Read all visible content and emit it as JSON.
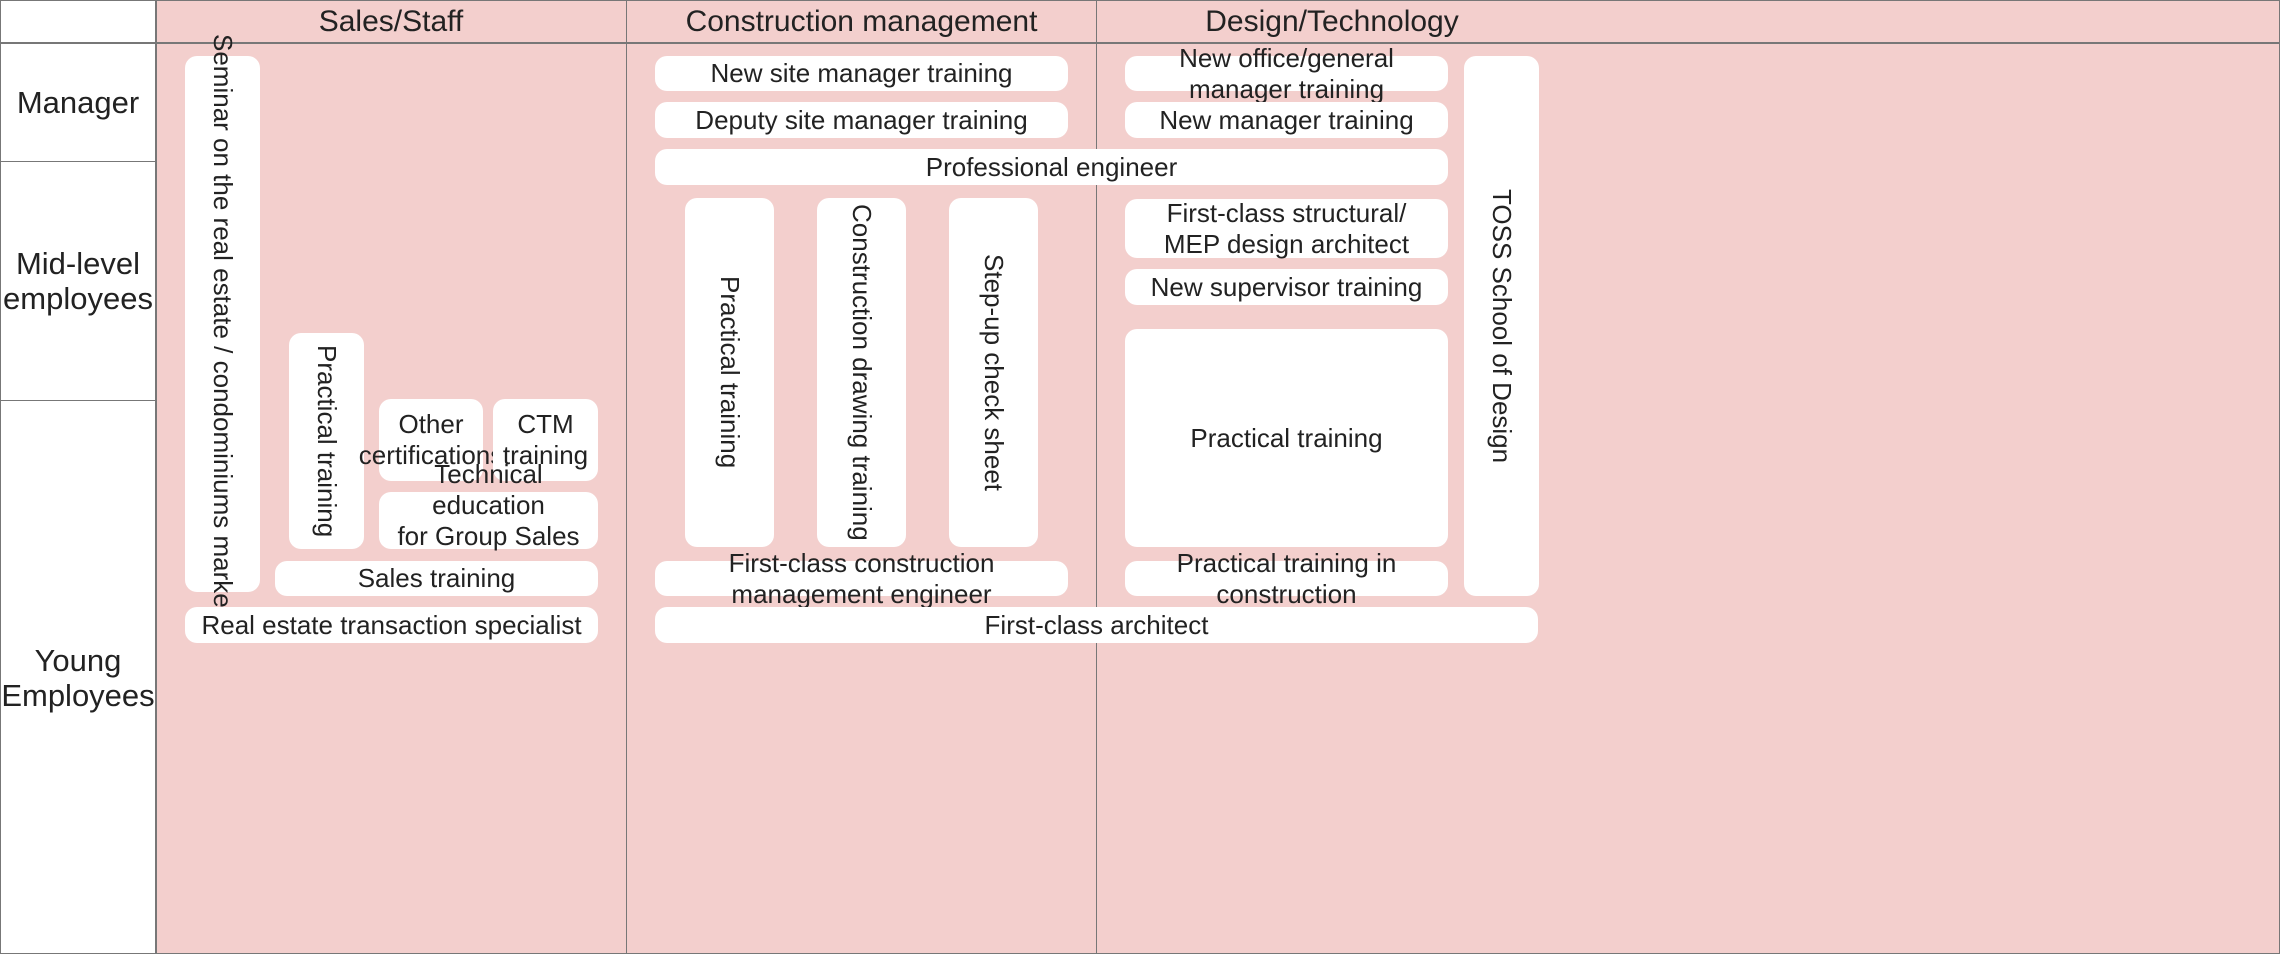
{
  "colors": {
    "panel": "#f3cfcd",
    "box": "#ffffff",
    "line": "#777777",
    "text": "#222222"
  },
  "columns": {
    "sales": "Sales/Staff",
    "construction": "Construction management",
    "design": "Design/Technology"
  },
  "rows": {
    "manager": "Manager",
    "mid": "Mid-level\nemployees",
    "young": "Young\nEmployees"
  },
  "sales": {
    "seminar": "Seminar on the real estate / condominiums market",
    "practical": "Practical training",
    "other_cert": "Other\ncertifications",
    "ctm": "CTM\ntraining",
    "tech_edu": "Technical education\nfor Group Sales rep.",
    "sales_training": "Sales training",
    "real_estate": "Real estate transaction specialist"
  },
  "construction": {
    "new_site": "New site manager training",
    "deputy_site": "Deputy site manager training",
    "professional": "Professional engineer",
    "practical": "Practical training",
    "drawing": "Construction drawing training",
    "stepup": "Step-up check sheet",
    "first_class_cm": "First-class construction management engineer",
    "first_class_arch": "First-class architect"
  },
  "design": {
    "new_office": "New office/general manager training",
    "new_manager": "New manager training",
    "structural": "First-class structural/\nMEP design architect",
    "supervisor": "New supervisor training",
    "practical": "Practical training",
    "practical_construction": "Practical training in construction",
    "toss": "TOSS School of Design"
  }
}
